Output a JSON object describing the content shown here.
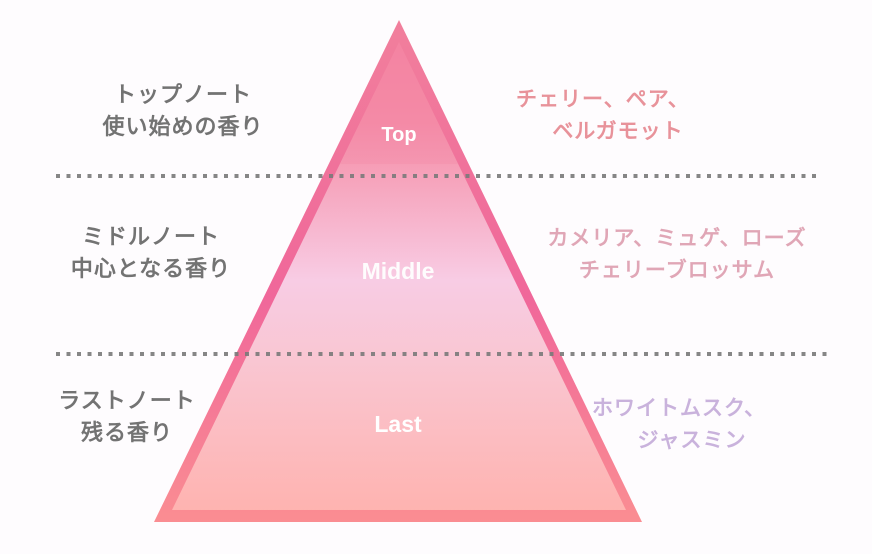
{
  "diagram": {
    "type": "fragrance-note-pyramid",
    "tiers": [
      {
        "id": "top",
        "label": "Top",
        "note_name": "トップノート",
        "note_desc": "使い始めの香り",
        "ingredients_line1": "チェリー、ペア、",
        "ingredients_line2": "ベルガモット",
        "ingredient_color": "#e8929a"
      },
      {
        "id": "middle",
        "label": "Middle",
        "note_name": "ミドルノート",
        "note_desc": "中心となる香り",
        "ingredients_line1": "カメリア、ミュゲ、ローズ",
        "ingredients_line2": "チェリーブロッサム",
        "ingredient_color": "#e0a6b6"
      },
      {
        "id": "last",
        "label": "Last",
        "note_name": "ラストノート",
        "note_desc": "残る香り",
        "ingredients_line1": "ホワイトムスク、",
        "ingredients_line2": "ジャスミン",
        "ingredient_color": "#c9b2dc"
      }
    ],
    "colors": {
      "left_text": "#737373",
      "divider": "#7a7a7a",
      "pyramid_outline": "#f57fa0",
      "top_fill": "#f48aa6",
      "middle_fill": "#f8c8e0",
      "last_fill": "#ffb6b4"
    }
  }
}
